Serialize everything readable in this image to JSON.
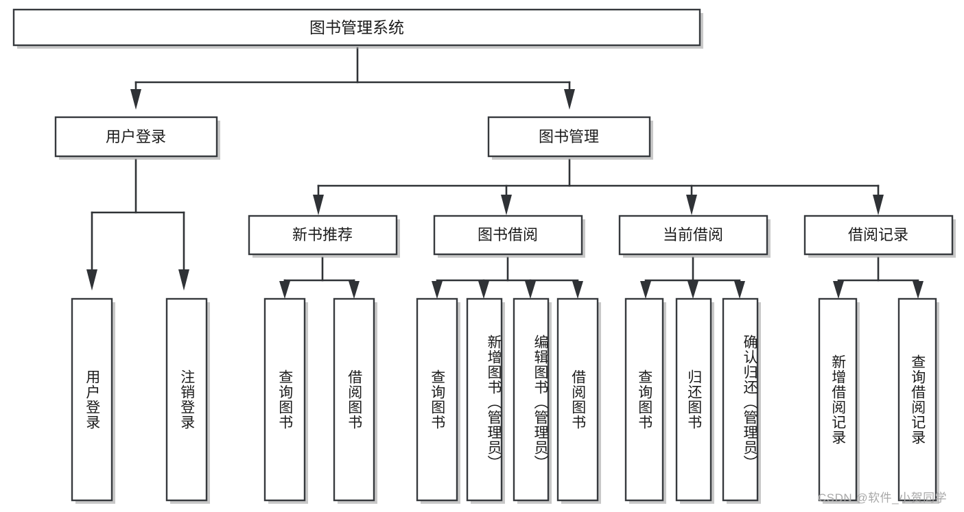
{
  "diagram": {
    "type": "tree",
    "title": "图书管理系统",
    "root": {
      "id": "root",
      "label": "图书管理系统"
    },
    "level1": [
      {
        "id": "user-login",
        "label": "用户登录"
      },
      {
        "id": "book-manage",
        "label": "图书管理"
      }
    ],
    "level2": [
      {
        "id": "new-book-rec",
        "label": "新书推荐",
        "parent": "book-manage"
      },
      {
        "id": "book-borrow",
        "label": "图书借阅",
        "parent": "book-manage"
      },
      {
        "id": "current-borrow",
        "label": "当前借阅",
        "parent": "book-manage"
      },
      {
        "id": "borrow-record",
        "label": "借阅记录",
        "parent": "book-manage"
      }
    ],
    "leaves": {
      "user-login": [
        {
          "id": "leaf-user-login",
          "label": "用户登录"
        },
        {
          "id": "leaf-user-logout",
          "label": "注销登录"
        }
      ],
      "new-book-rec": [
        {
          "id": "leaf-query-book-1",
          "label": "查询图书"
        },
        {
          "id": "leaf-borrow-book-1",
          "label": "借阅图书"
        }
      ],
      "book-borrow": [
        {
          "id": "leaf-query-book-2",
          "label": "查询图书"
        },
        {
          "id": "leaf-add-book",
          "label": "新增图书（管理员）"
        },
        {
          "id": "leaf-edit-book",
          "label": "编辑图书（管理员）"
        },
        {
          "id": "leaf-borrow-book-2",
          "label": "借阅图书"
        }
      ],
      "current-borrow": [
        {
          "id": "leaf-query-book-3",
          "label": "查询图书"
        },
        {
          "id": "leaf-return-book",
          "label": "归还图书"
        },
        {
          "id": "leaf-confirm-return",
          "label": "确认归还（管理员）"
        }
      ],
      "borrow-record": [
        {
          "id": "leaf-add-record",
          "label": "新增借阅记录"
        },
        {
          "id": "leaf-query-record",
          "label": "查询借阅记录"
        }
      ]
    }
  },
  "watermark": {
    "text": "CSDN @软件_小贺同学"
  },
  "colors": {
    "box_stroke": "#36393d",
    "connector": "#2f3236",
    "box_fill": "#ffffff",
    "text": "#1b1b1b",
    "watermark": "#a8a8a8",
    "background": "#ffffff"
  }
}
